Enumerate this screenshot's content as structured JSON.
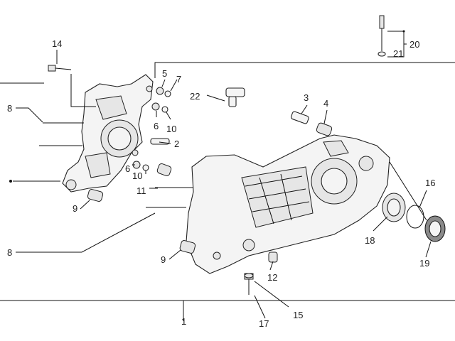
{
  "callouts": {
    "c1": "1",
    "c2": "2",
    "c3": "3",
    "c4": "4",
    "c5": "5",
    "c6a": "6",
    "c6b": "6",
    "c7": "7",
    "c8a": "8",
    "c8b": "8",
    "c9a": "9",
    "c9b": "9",
    "c10a": "10",
    "c10b": "10",
    "c11": "11",
    "c12": "12",
    "c14": "14",
    "c15": "15",
    "c16": "16",
    "c17": "17",
    "c18": "18",
    "c19": "19",
    "c20": "20",
    "c21": "21",
    "c22": "22"
  }
}
